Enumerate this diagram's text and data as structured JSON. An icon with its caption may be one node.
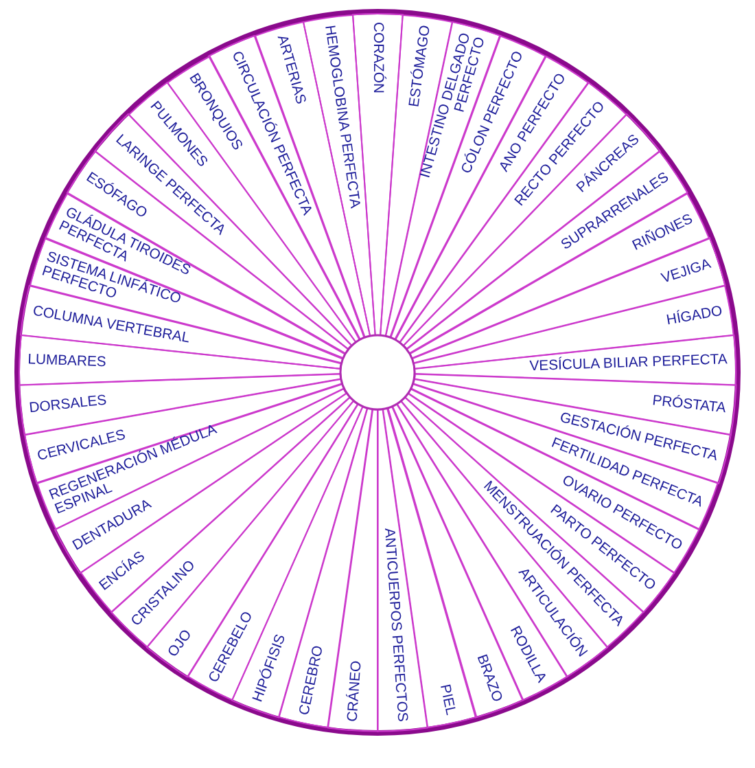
{
  "diagram": {
    "nodes": [
      {
        "text": [
          "CORAZÓN"
        ]
      },
      {
        "text": [
          "ESTÓMAGO"
        ]
      },
      {
        "text": [
          "INTESTINO DELGADO PERFECTO"
        ]
      },
      {
        "text": [
          "CÓLON PERFECTO"
        ]
      },
      {
        "text": [
          "ANO PERFECTO"
        ]
      },
      {
        "text": [
          "RECTO PERFECTO"
        ]
      },
      {
        "text": [
          "PÁNCREAS"
        ]
      },
      {
        "text": [
          "SUPRARRENALES"
        ]
      },
      {
        "text": [
          "RIÑONES"
        ]
      },
      {
        "text": [
          "VEJIGA"
        ]
      },
      {
        "text": [
          "HÍGADO"
        ]
      },
      {
        "text": [
          "VESÍCULA BILIAR PERFECTA"
        ]
      },
      {
        "text": [
          "PRÓSTATA"
        ]
      },
      {
        "text": [
          "GESTACIÓN PERFECTA"
        ]
      },
      {
        "text": [
          "FERTILIDAD PERFECTA"
        ]
      },
      {
        "text": [
          "OVARIO PERFECTO"
        ]
      },
      {
        "text": [
          "PARTO PERFECTO"
        ]
      },
      {
        "text": [
          "MENSTRUACIÓN PERFECTA"
        ]
      },
      {
        "text": [
          "ARTICULACIÓN"
        ]
      },
      {
        "text": [
          "RODILLA"
        ]
      },
      {
        "text": [
          "BRAZO"
        ]
      },
      {
        "text": [
          "PIEL"
        ]
      },
      {
        "text": [
          "ANTICUERPOS PERFECTOS"
        ]
      },
      {
        "text": [
          "CRÁNEO"
        ]
      },
      {
        "text": [
          "CEREBRO"
        ]
      },
      {
        "text": [
          "HIPÓFISIS"
        ]
      },
      {
        "text": [
          "CEREBELO"
        ]
      },
      {
        "text": [
          "OJO"
        ]
      },
      {
        "text": [
          "CRISTALINO"
        ]
      },
      {
        "text": [
          "ENCÍAS"
        ]
      },
      {
        "text": [
          "DENTADURA"
        ]
      },
      {
        "text": [
          "REGENERACIÓN MÉDULA ESPINAL"
        ]
      },
      {
        "text": [
          "CERVICALES"
        ]
      },
      {
        "text": [
          "DORSALES"
        ]
      },
      {
        "text": [
          "LUMBARES"
        ]
      },
      {
        "text": [
          "COLUMNA VERTEBRAL"
        ]
      },
      {
        "text": [
          "SISTEMA LINFÁTICO PERFECTO"
        ]
      },
      {
        "text": [
          "GLÁDULA TIROIDES PERFECTA"
        ]
      },
      {
        "text": [
          "ESÓFAGO"
        ]
      },
      {
        "text": [
          "LARINGE PERFECTA"
        ]
      },
      {
        "text": [
          "PULMONES"
        ]
      },
      {
        "text": [
          "BRONQUIOS"
        ]
      },
      {
        "text": [
          "CIRCULACIÓN PERFECTA"
        ]
      },
      {
        "text": [
          "ARTERIAS"
        ]
      },
      {
        "text": [
          "HEMOGLOBINA PERFECTA"
        ]
      }
    ]
  }
}
